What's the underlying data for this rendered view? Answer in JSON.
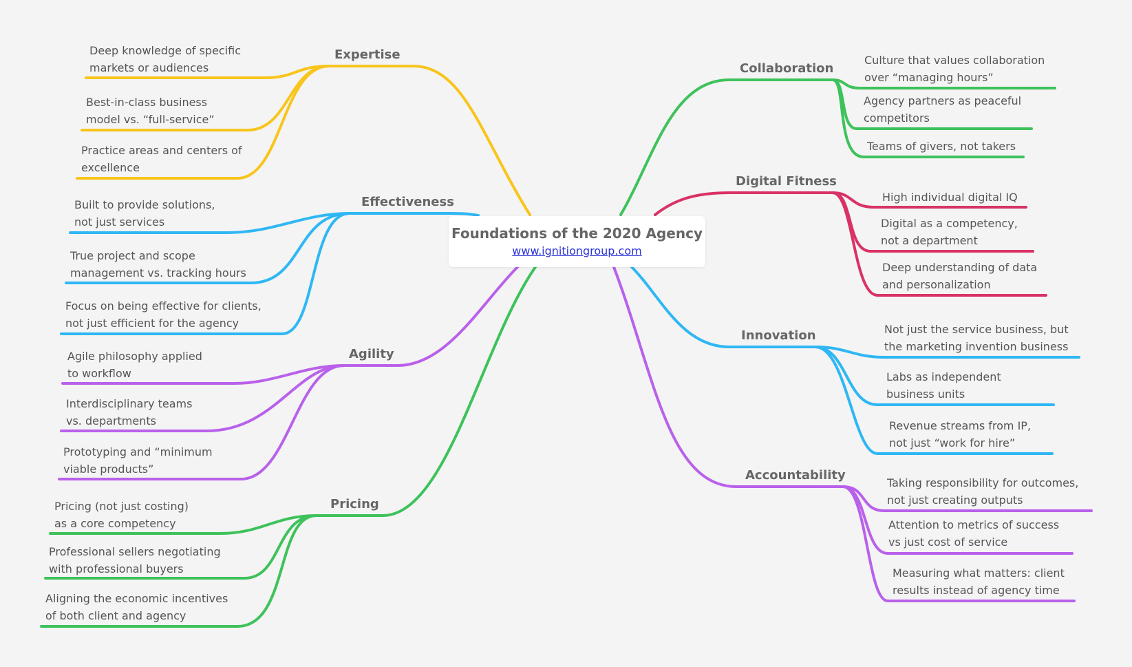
{
  "center": {
    "title": "Foundations of the 2020 Agency",
    "link": "www.ignitiongroup.com"
  },
  "colors": {
    "yellow": "#f8c51c",
    "blue": "#2fb7f4",
    "purple": "#b961ea",
    "green": "#3ec25b",
    "red": "#d93265"
  },
  "branches": {
    "expertise": {
      "label": "Expertise",
      "items": [
        {
          "l1": "Deep knowledge of specific",
          "l2": "markets or audiences"
        },
        {
          "l1": "Best-in-class business",
          "l2": "model vs. “full-service”"
        },
        {
          "l1": "Practice areas and centers of",
          "l2": "excellence"
        }
      ]
    },
    "effectiveness": {
      "label": "Effectiveness",
      "items": [
        {
          "l1": "Built to provide solutions,",
          "l2": "not just services"
        },
        {
          "l1": "True project and scope",
          "l2": "management vs. tracking hours"
        },
        {
          "l1": "Focus on being effective for clients,",
          "l2": "not just efficient for the agency"
        }
      ]
    },
    "agility": {
      "label": "Agility",
      "items": [
        {
          "l1": "Agile philosophy applied",
          "l2": "to workflow"
        },
        {
          "l1": "Interdisciplinary teams",
          "l2": "vs. departments"
        },
        {
          "l1": "Prototyping and “minimum",
          "l2": "viable products”"
        }
      ]
    },
    "pricing": {
      "label": "Pricing",
      "items": [
        {
          "l1": "Pricing (not just costing)",
          "l2": "as a core competency"
        },
        {
          "l1": "Professional sellers negotiating",
          "l2": "with professional buyers"
        },
        {
          "l1": "Aligning the economic incentives",
          "l2": "of both client and agency"
        }
      ]
    },
    "collaboration": {
      "label": "Collaboration",
      "items": [
        {
          "l1": "Culture that values collaboration",
          "l2": "over “managing hours”"
        },
        {
          "l1": "Agency partners as peaceful",
          "l2": "competitors"
        },
        {
          "l1": "Teams of givers, not takers",
          "l2": ""
        }
      ]
    },
    "digital": {
      "label": "Digital Fitness",
      "items": [
        {
          "l1": "High individual digital IQ",
          "l2": ""
        },
        {
          "l1": "Digital as a competency,",
          "l2": "not a department"
        },
        {
          "l1": "Deep understanding of data",
          "l2": "and personalization"
        }
      ]
    },
    "innovation": {
      "label": "Innovation",
      "items": [
        {
          "l1": "Not just the service business, but",
          "l2": "the marketing invention business"
        },
        {
          "l1": "Labs as independent",
          "l2": "business units"
        },
        {
          "l1": "Revenue streams from IP,",
          "l2": "not just “work for hire”"
        }
      ]
    },
    "accountability": {
      "label": "Accountability",
      "items": [
        {
          "l1": "Taking responsibility for outcomes,",
          "l2": "not just creating outputs"
        },
        {
          "l1": "Attention to metrics of success",
          "l2": "vs just cost of service"
        },
        {
          "l1": "Measuring what matters: client",
          "l2": "results instead of agency time"
        }
      ]
    }
  }
}
